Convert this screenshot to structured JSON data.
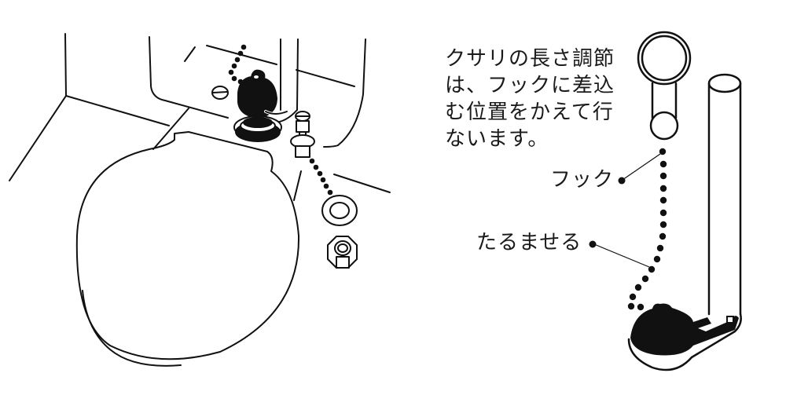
{
  "diagram": {
    "title": "",
    "colors": {
      "ink": "#111111",
      "background": "#ffffff",
      "fill": "#111111"
    },
    "left_illustration": {
      "subject": "toilet-tank-interior-flapper-assembly",
      "parts": [
        "tank-wall",
        "overflow-pipe",
        "flapper",
        "chain",
        "float",
        "bolt",
        "washer",
        "hex-nut",
        "screw"
      ]
    },
    "right_illustration": {
      "subject": "flapper-chain-adjustment",
      "parts": [
        "hook-lever",
        "overflow-pipe",
        "chain",
        "flapper"
      ]
    },
    "annotations": {
      "note_lines": [
        "クサリの長さ調節",
        "は、フックに差込",
        "む位置をかえて行",
        "ないます。"
      ],
      "hook_label": "フック",
      "slack_label": "たるませる"
    }
  }
}
